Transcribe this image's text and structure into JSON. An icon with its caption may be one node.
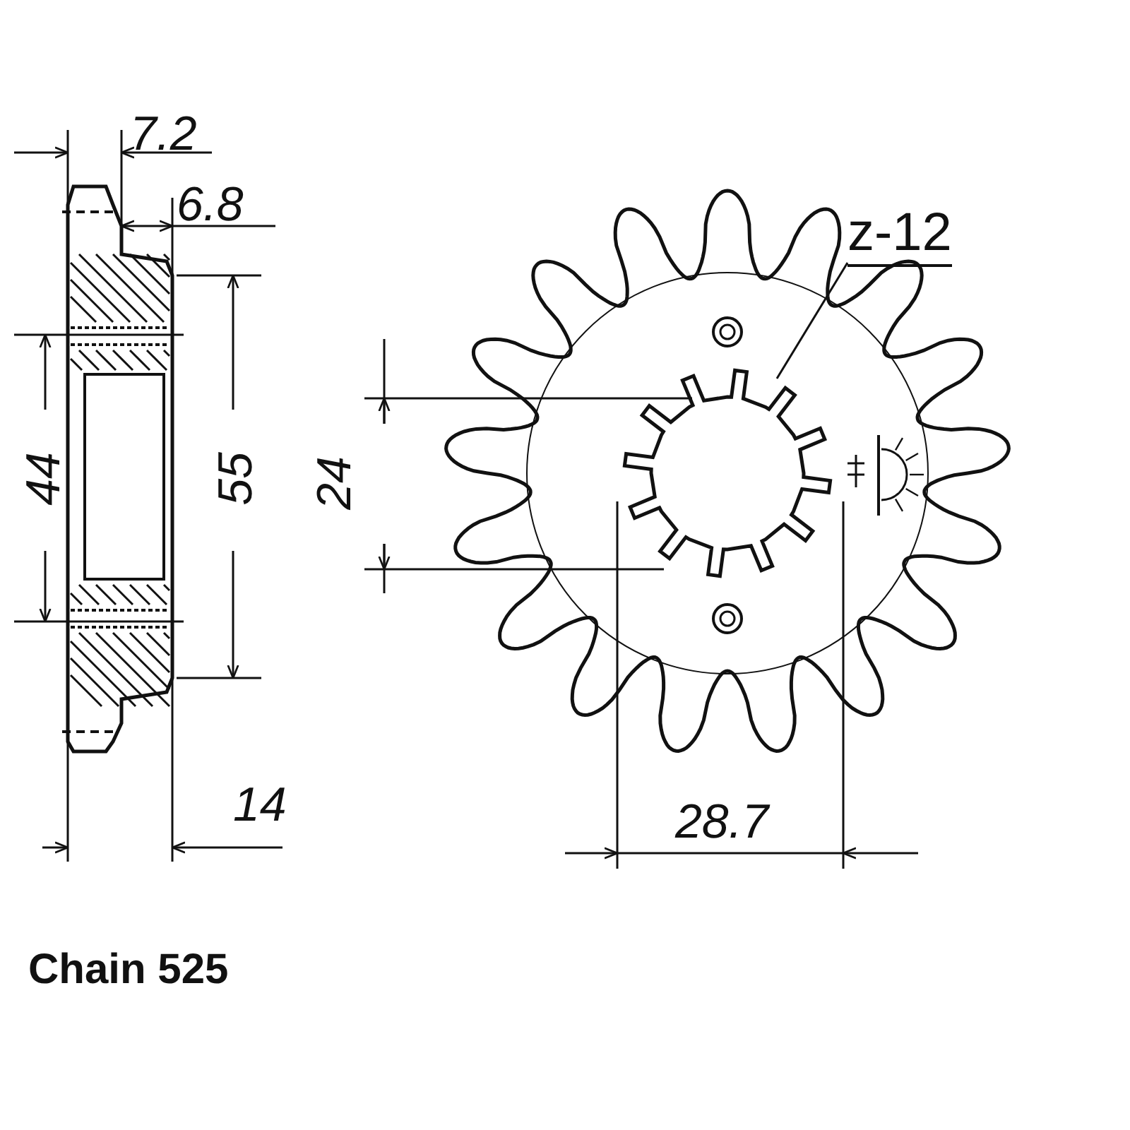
{
  "diagram": {
    "nodes": [
      {
        "text": [
          "z-12"
        ]
      },
      {
        "text": [],
        "shape": "picture"
      }
    ],
    "edges": [
      {
        "from": 0,
        "to": 1,
        "arrow": "none"
      }
    ],
    "labels": [
      "7.2",
      "6.8",
      "44",
      "55",
      "24",
      "14",
      "28.7",
      "Chain 525"
    ]
  }
}
